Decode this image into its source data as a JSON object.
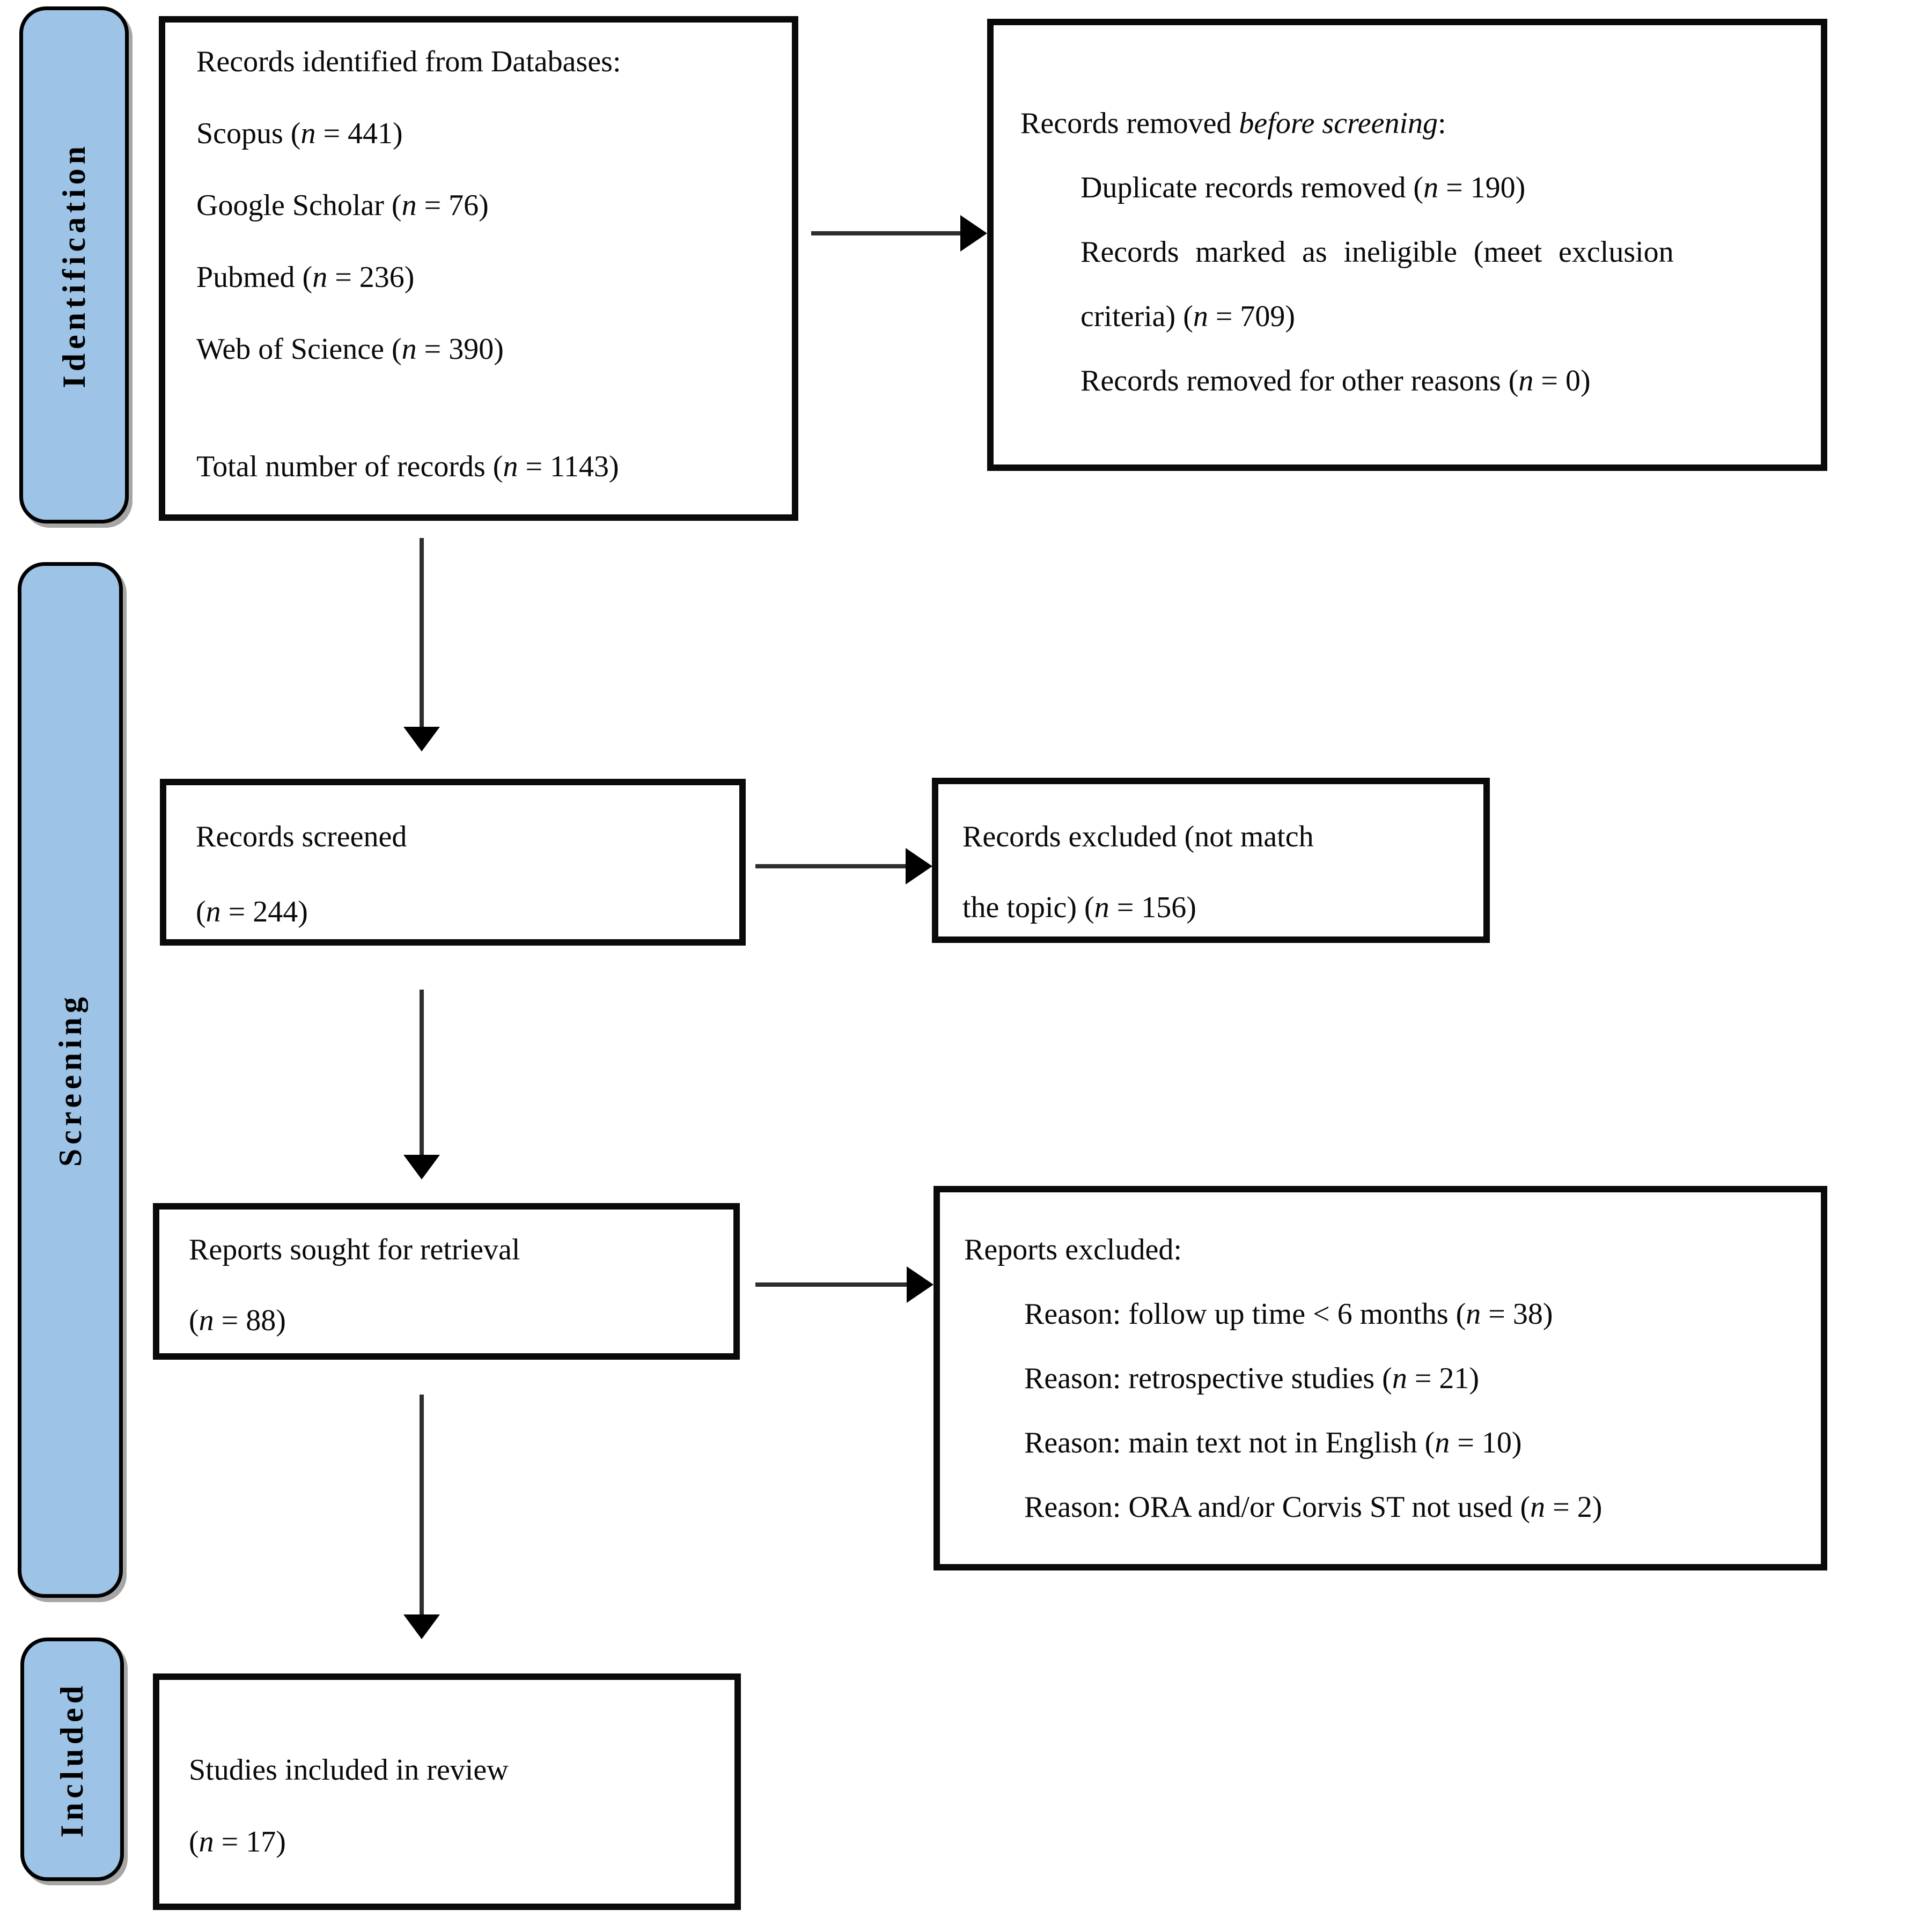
{
  "figure": {
    "type": "prisma-flow-diagram"
  },
  "colors": {
    "stage_fill": "#9DC3E6",
    "box_border": "#0a0a0a",
    "background": "#ffffff",
    "arrow": "#2e2e2e"
  },
  "stages": {
    "identification": "Identification",
    "screening": "Screening",
    "included": "Included"
  },
  "boxes": {
    "identified": {
      "lines": [
        [
          {
            "t": "Records identified from Databases:"
          }
        ],
        [
          {
            "t": "Scopus ("
          },
          {
            "t": "n",
            "i": true
          },
          {
            "t": " = 441)"
          }
        ],
        [
          {
            "t": "Google Scholar ("
          },
          {
            "t": "n",
            "i": true
          },
          {
            "t": " = 76)"
          }
        ],
        [
          {
            "t": "Pubmed ("
          },
          {
            "t": "n",
            "i": true
          },
          {
            "t": " = 236)"
          }
        ],
        [
          {
            "t": "Web of Science ("
          },
          {
            "t": "n",
            "i": true
          },
          {
            "t": " = 390)"
          }
        ],
        [
          {
            "t": "Total number of records ("
          },
          {
            "t": "n",
            "i": true
          },
          {
            "t": " = 1143)"
          }
        ]
      ]
    },
    "removed_before_screening": {
      "lines": [
        [
          {
            "t": "Records removed "
          },
          {
            "t": "before screening",
            "i": true
          },
          {
            "t": ":"
          }
        ],
        [
          {
            "t": "Duplicate records removed ("
          },
          {
            "t": "n",
            "i": true
          },
          {
            "t": " = 190)"
          }
        ],
        [
          {
            "t": "Records marked as ineligible (meet exclusion"
          }
        ],
        [
          {
            "t": "criteria) ("
          },
          {
            "t": "n",
            "i": true
          },
          {
            "t": " = 709)"
          }
        ],
        [
          {
            "t": "Records removed for other reasons ("
          },
          {
            "t": "n",
            "i": true
          },
          {
            "t": " = 0)"
          }
        ]
      ]
    },
    "screened": {
      "lines": [
        [
          {
            "t": "Records screened"
          }
        ],
        [
          {
            "t": "("
          },
          {
            "t": "n",
            "i": true
          },
          {
            "t": " = 244)"
          }
        ]
      ]
    },
    "excluded_not_match": {
      "lines": [
        [
          {
            "t": "Records excluded (not match"
          }
        ],
        [
          {
            "t": "the topic) ("
          },
          {
            "t": "n",
            "i": true
          },
          {
            "t": " = 156)"
          }
        ]
      ]
    },
    "sought_for_retrieval": {
      "lines": [
        [
          {
            "t": "Reports sought for retrieval"
          }
        ],
        [
          {
            "t": "("
          },
          {
            "t": "n",
            "i": true
          },
          {
            "t": " = 88)"
          }
        ]
      ]
    },
    "reports_excluded": {
      "lines": [
        [
          {
            "t": "Reports excluded:"
          }
        ],
        [
          {
            "t": "Reason: follow up time < 6 months ("
          },
          {
            "t": "n",
            "i": true
          },
          {
            "t": " = 38)"
          }
        ],
        [
          {
            "t": "Reason: retrospective studies ("
          },
          {
            "t": "n",
            "i": true
          },
          {
            "t": " = 21)"
          }
        ],
        [
          {
            "t": "Reason: main text not in English ("
          },
          {
            "t": "n",
            "i": true
          },
          {
            "t": " = 10)"
          }
        ],
        [
          {
            "t": "Reason: ORA and/or Corvis ST not used ("
          },
          {
            "t": "n",
            "i": true
          },
          {
            "t": " = 2)"
          }
        ]
      ]
    },
    "included_in_review": {
      "lines": [
        [
          {
            "t": "Studies included in review"
          }
        ],
        [
          {
            "t": "("
          },
          {
            "t": "n",
            "i": true
          },
          {
            "t": " = 17)"
          }
        ]
      ]
    }
  }
}
